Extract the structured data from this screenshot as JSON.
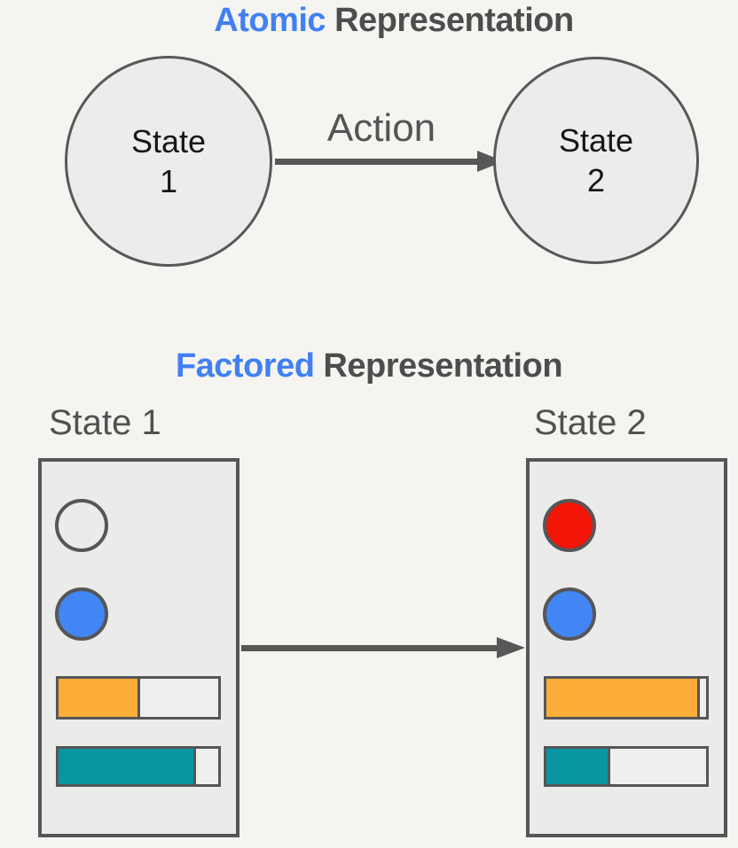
{
  "colors": {
    "background": "#f5f4f1",
    "accent_blue": "#4180f3",
    "title_gray": "#4d4d4d",
    "stroke_gray": "#565658",
    "node_fill": "#ececeb",
    "circle_blue": "#4285f4",
    "circle_red": "#f21508",
    "bar_orange": "#fcac38",
    "bar_teal": "#0996a2"
  },
  "atomic": {
    "title": {
      "highlight": "Atomic",
      "rest": "Representation"
    },
    "action_label": "Action",
    "state1": {
      "line1": "State",
      "line2": "1"
    },
    "state2": {
      "line1": "State",
      "line2": "2"
    }
  },
  "factored": {
    "title": {
      "highlight": "Factored",
      "rest": "Representation"
    },
    "state1": {
      "label": "State 1",
      "slots": [
        {
          "kind": "circle",
          "color": "none"
        },
        {
          "kind": "circle",
          "color": "#4285f4"
        },
        {
          "kind": "bar",
          "color": "#fcac38",
          "percent": 51
        },
        {
          "kind": "bar",
          "color": "#0996a2",
          "percent": 86
        }
      ]
    },
    "state2": {
      "label": "State 2",
      "slots": [
        {
          "kind": "circle",
          "color": "#f21508"
        },
        {
          "kind": "circle",
          "color": "#4285f4"
        },
        {
          "kind": "bar",
          "color": "#fcac38",
          "percent": 96
        },
        {
          "kind": "bar",
          "color": "#0996a2",
          "percent": 40
        }
      ]
    }
  }
}
